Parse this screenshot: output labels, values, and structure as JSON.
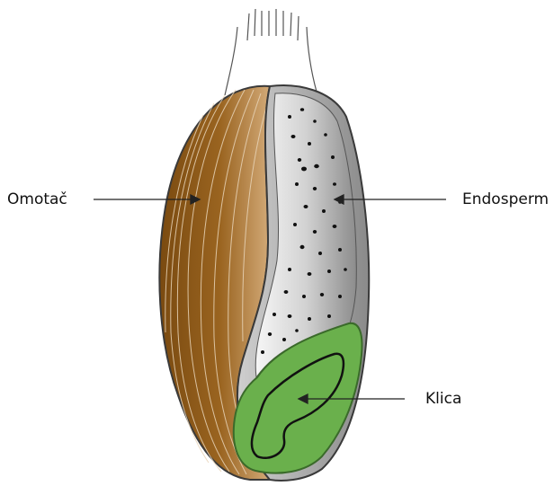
{
  "labels": {
    "husk": "Omotač",
    "endosperm": "Endosperm",
    "germ": "Klica"
  },
  "colors": {
    "husk_dark": "#7a4a10",
    "husk_light": "#c99a63",
    "endosperm_light": "#f4f4f4",
    "endosperm_dark": "#8a8a8a",
    "germ": "#6ab04c",
    "outline": "#3a3a3a"
  }
}
